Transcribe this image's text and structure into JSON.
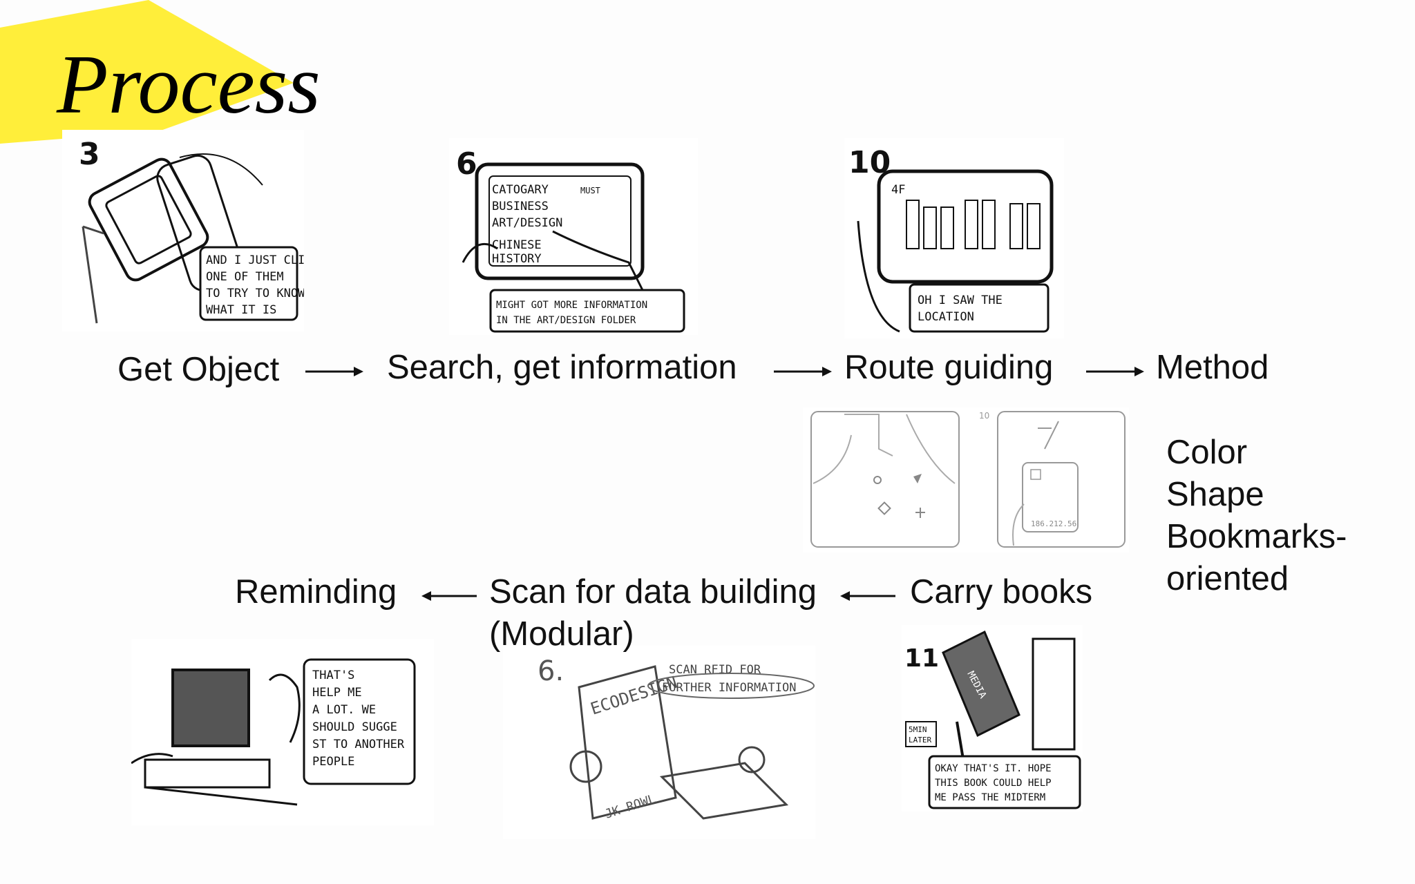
{
  "title": "Process",
  "steps": {
    "get_object": "Get Object",
    "search": "Search, get information",
    "route": "Route guiding",
    "method": "Method",
    "carry": "Carry books",
    "scan_line1": "Scan for data building",
    "scan_line2": "(Modular)",
    "reminding": "Reminding"
  },
  "method_items": [
    "Color",
    "Shape",
    "Bookmarks-",
    "oriented"
  ],
  "sketches": {
    "s3": {
      "number": "3",
      "bubble": [
        "AND I JUST CLICK",
        "ONE OF THEM",
        "TO TRY TO KNOW",
        "WHAT IT IS"
      ]
    },
    "s6": {
      "number": "6",
      "menu": [
        "CATOGARY",
        "BUSINESS",
        "ART/DESIGN",
        "CHINESE",
        "HISTORY"
      ],
      "must": "MUST",
      "caption": [
        "MIGHT GOT MORE INFORMATION",
        "IN THE ART/DESIGN FOLDER"
      ]
    },
    "s10": {
      "number": "10",
      "floor": "4F",
      "caption": [
        "OH I SAW THE",
        "LOCATION"
      ]
    },
    "method_sketch": {
      "number": "10",
      "readout": "186.212.56"
    },
    "s11": {
      "number": "11",
      "tag": [
        "5MIN",
        "LATER"
      ],
      "book": "MEDIA",
      "caption": [
        "OKAY THAT'S IT. HOPE",
        "THIS BOOK COULD HELP",
        "ME PASS THE MIDTERM"
      ]
    },
    "s6b": {
      "number": "6.",
      "book": "ECODESIGN",
      "label": [
        "SCAN RFID FOR",
        "FURTHER INFORMATION"
      ],
      "spine": "JK ROWL"
    },
    "s_remind": {
      "bubble": [
        "THAT'S",
        "HELP ME",
        "A LOT. WE",
        "SHOULD SUGGE",
        "ST TO ANOTHER",
        "PEOPLE"
      ]
    }
  }
}
